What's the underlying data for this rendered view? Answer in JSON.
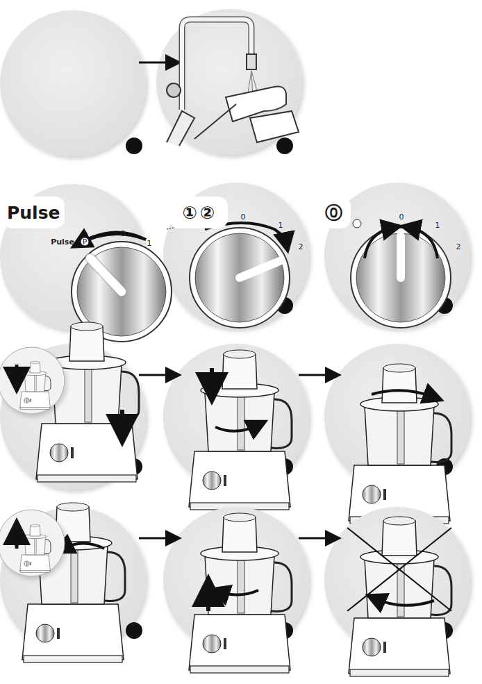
{
  "diagram": {
    "nodes": [
      {
        "text": [
          "Pulse"
        ]
      },
      {
        "text": [
          "①",
          "②"
        ]
      },
      {
        "text": [
          "⓪"
        ]
      }
    ],
    "labels": [
      "Pulse",
      "P",
      "0",
      "1",
      "0",
      "1",
      "2",
      "0",
      "1",
      "2"
    ]
  }
}
